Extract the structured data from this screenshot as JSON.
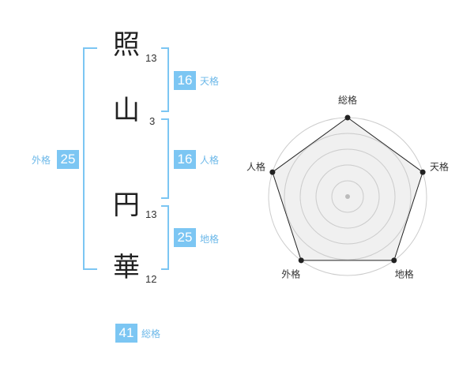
{
  "name": {
    "chars": [
      {
        "char": "照",
        "strokes": "13"
      },
      {
        "char": "山",
        "strokes": "3"
      },
      {
        "char": "円",
        "strokes": "13"
      },
      {
        "char": "華",
        "strokes": "12"
      }
    ]
  },
  "kaku": {
    "tenkaku": {
      "value": "16",
      "label": "天格"
    },
    "jinkaku": {
      "value": "16",
      "label": "人格"
    },
    "chikaku": {
      "value": "25",
      "label": "地格"
    },
    "gaikaku": {
      "value": "25",
      "label": "外格"
    },
    "soukaku": {
      "value": "41",
      "label": "総格"
    }
  },
  "chart_data": {
    "type": "radar",
    "axes": [
      "総格",
      "天格",
      "地格",
      "外格",
      "人格"
    ],
    "values": [
      1.0,
      1.0,
      1.0,
      1.0,
      1.0
    ],
    "levels": 5,
    "colors": {
      "fill": "#ececec",
      "line": "#222222",
      "grid": "#cccccc",
      "point": "#222222"
    }
  }
}
